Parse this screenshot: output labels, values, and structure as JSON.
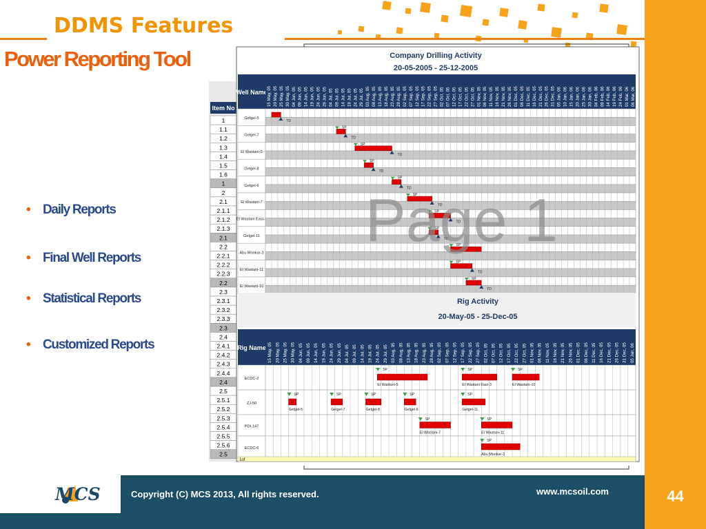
{
  "slide": {
    "title": "DDMS Features",
    "subtitle": "Power Reporting Tool",
    "bullets": [
      "Daily Reports",
      "Final Well Reports",
      "Statistical Reports",
      "Customized Reports"
    ],
    "footer": {
      "logo": "MCS",
      "copyright": "Copyright (C) MCS 2013, All rights reserved.",
      "website": "www.mcsoil.com",
      "page_number": "44"
    },
    "colors": {
      "orange": "#f7a21b",
      "title_orange": "#f29400",
      "footer_teal": "#1b4f66",
      "bullet_blue": "#2b4a8c"
    }
  },
  "screenshot": {
    "drilling": {
      "title": "Company Drilling Activity",
      "range": "20-05-2005  - 25-12-2005",
      "row_header": "Well Name",
      "dates": [
        "15 May, 05",
        "20 May, 05",
        "25 May, 05",
        "30 May, 05",
        "04 Jun, 05",
        "09 Jun, 05",
        "14 Jun, 05",
        "19 Jun, 05",
        "24 Jun, 05",
        "29 Jun, 05",
        "04 Jul, 05",
        "09 Jul, 05",
        "14 Jul, 05",
        "19 Jul, 05",
        "24 Jul, 05",
        "29 Jul, 05",
        "03 Aug, 05",
        "08 Aug, 05",
        "13 Aug, 05",
        "18 Aug, 05",
        "23 Aug, 05",
        "28 Aug, 05",
        "02 Sep, 05",
        "07 Sep, 05",
        "12 Sep, 05",
        "17 Sep, 05",
        "22 Sep, 05",
        "27 Sep, 05",
        "02 Oct, 05",
        "07 Oct, 05",
        "12 Oct, 05",
        "17 Oct, 05",
        "22 Oct, 05",
        "27 Oct, 05",
        "01 Nov, 05",
        "06 Nov, 05",
        "11 Nov, 05",
        "16 Nov, 05",
        "21 Nov, 05",
        "26 Nov, 05",
        "01 Dec, 05",
        "06 Dec, 05",
        "11 Dec, 05",
        "16 Dec, 05",
        "21 Dec, 05",
        "26 Dec, 05",
        "31 Dec, 05",
        "05 Jan, 06",
        "10 Jan, 06",
        "15 Jan, 06",
        "20 Jan, 06",
        "25 Jan, 06",
        "30 Jan, 06",
        "04 Feb, 06",
        "09 Feb, 06",
        "14 Feb, 06",
        "19 Feb, 06",
        "24 Feb, 06",
        "01 Mar, 06",
        "06 Mar, 06"
      ],
      "wells": [
        {
          "name": "Gelgel-5",
          "sp": "",
          "td": "TD",
          "start": 1,
          "end": 2.5,
          "arrow": true
        },
        {
          "name": "Gelgel-7",
          "sp": "SP",
          "td": "TD",
          "start": 11.5,
          "end": 13,
          "arrow": true
        },
        {
          "name": "El Wastani-5",
          "sp": "SP",
          "td": "TD",
          "start": 14.5,
          "end": 20.5,
          "arrow": true
        },
        {
          "name": "Gelgel-8",
          "sp": "SP",
          "td": "TD",
          "start": 16,
          "end": 17.5,
          "arrow": true
        },
        {
          "name": "Gelgel-6",
          "sp": "SP",
          "td": "TD",
          "start": 20.5,
          "end": 22,
          "arrow": true
        },
        {
          "name": "El Wastani-7",
          "sp": "SP",
          "td": "TD",
          "start": 23,
          "end": 27,
          "arrow": true
        },
        {
          "name": "El Wastani East-3",
          "sp": "SP",
          "td": "TD",
          "start": 26.5,
          "end": 30,
          "arrow": true
        },
        {
          "name": "Gelgel-11",
          "sp": "SP",
          "td": "TD",
          "start": 26.5,
          "end": 28,
          "arrow": true
        },
        {
          "name": "Abu Monkar-3",
          "sp": "SP",
          "td": "",
          "start": 30,
          "end": 35,
          "arrow": false
        },
        {
          "name": "El Wastani-11",
          "sp": "SP",
          "td": "TD",
          "start": 30,
          "end": 33.5,
          "arrow": true
        },
        {
          "name": "El Wastani-10",
          "sp": "SP",
          "td": "TD",
          "start": 32.5,
          "end": 35,
          "arrow": true
        }
      ]
    },
    "rig": {
      "title": "Rig Activity",
      "range": "20-May-05 - 25-Dec-05",
      "row_header": "Rig Name",
      "dates": [
        "15 May, 05",
        "20 May, 05",
        "25 May, 05",
        "30 May, 05",
        "04 Jun, 05",
        "09 Jun, 05",
        "14 Jun, 05",
        "19 Jun, 05",
        "24 Jun, 05",
        "29 Jun, 05",
        "04 Jul, 05",
        "09 Jul, 05",
        "14 Jul, 05",
        "19 Jul, 05",
        "24 Jul, 05",
        "29 Jul, 05",
        "03 Aug, 05",
        "08 Aug, 05",
        "13 Aug, 05",
        "18 Aug, 05",
        "23 Aug, 05",
        "28 Aug, 05",
        "02 Sep, 05",
        "07 Sep, 05",
        "12 Sep, 05",
        "17 Sep, 05",
        "22 Sep, 05",
        "27 Sep, 05",
        "02 Oct, 05",
        "07 Oct, 05",
        "12 Oct, 05",
        "17 Oct, 05",
        "22 Oct, 05",
        "27 Oct, 05",
        "01 Nov, 05",
        "06 Nov, 05",
        "11 Nov, 05",
        "16 Nov, 05",
        "21 Nov, 05",
        "26 Nov, 05",
        "01 Dec, 05",
        "06 Dec, 05",
        "11 Dec, 05",
        "16 Dec, 05",
        "21 Dec, 05",
        "26 Dec, 05",
        "31 Dec, 05",
        "05 Jan, 06"
      ],
      "rigs": [
        {
          "name": "ECDC-2",
          "bars": [
            {
              "start": 14.5,
              "end": 21,
              "label": "El Wastani-5"
            },
            {
              "start": 25.5,
              "end": 30,
              "label": "El Wastani East-3"
            },
            {
              "start": 32,
              "end": 35.5,
              "label": "El Wastani-10"
            }
          ]
        },
        {
          "name": "ZJ-50",
          "bars": [
            {
              "start": 3,
              "end": 4,
              "label": "Gelgel-5"
            },
            {
              "start": 8.5,
              "end": 10,
              "label": "Gelgel-7"
            },
            {
              "start": 13,
              "end": 15,
              "label": "Gelgel-8"
            },
            {
              "start": 18,
              "end": 19.5,
              "label": "Gelgel-6"
            },
            {
              "start": 25.5,
              "end": 28.5,
              "label": "Gelgel-11"
            }
          ]
        },
        {
          "name": "PDI-147",
          "bars": [
            {
              "start": 20,
              "end": 24,
              "label": "El Wastani-7"
            },
            {
              "start": 28,
              "end": 32,
              "label": "El Wastani-11"
            }
          ]
        },
        {
          "name": "ECDC-6",
          "bars": [
            {
              "start": 28,
              "end": 33,
              "label": "Abu Monkar-3"
            }
          ]
        }
      ]
    },
    "item_header": "Item No",
    "item_numbers": [
      "1",
      "1.1",
      "1.2",
      "1.3",
      "1.4",
      "1.5",
      "1.6",
      "1",
      "2",
      "2.1",
      "2.1.1",
      "2.1.2",
      "2.1.3",
      "2.1",
      "2.2",
      "2.2.1",
      "2.2.2",
      "2.2.3",
      "2.2",
      "2.3",
      "2.3.1",
      "2.3.2",
      "2.3.3",
      "2.3",
      "2.4",
      "2.4.1",
      "2.4.2",
      "2.4.3",
      "2.4.4",
      "2.4",
      "2.5",
      "2.5.1",
      "2.5.2",
      "2.5.3",
      "2.5.4",
      "2.5.5",
      "2.5.6",
      "2.5"
    ],
    "watermark": "Page 1",
    "page_indicator": "1of"
  }
}
